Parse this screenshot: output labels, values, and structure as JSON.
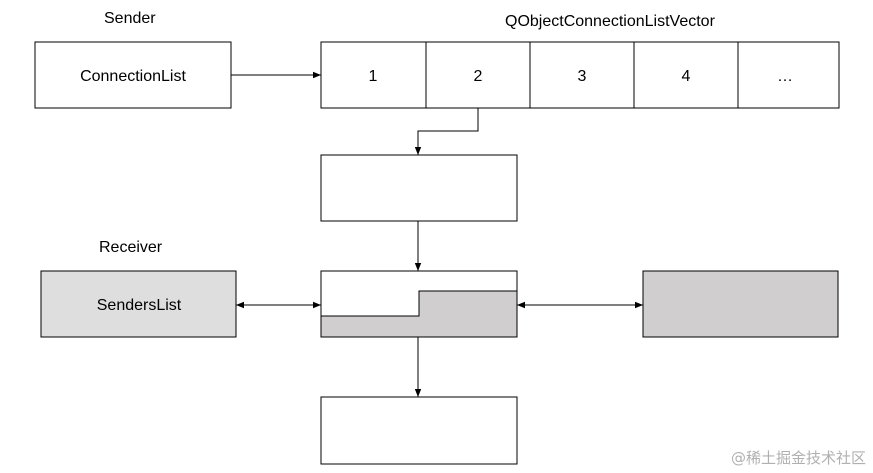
{
  "labels": {
    "sender": "Sender",
    "vector_title": "QObjectConnectionListVector",
    "receiver": "Receiver"
  },
  "boxes": {
    "connection_list": "ConnectionList",
    "senders_list": "SendersList"
  },
  "vector_cells": [
    "1",
    "2",
    "3",
    "4",
    "…"
  ],
  "watermark": "@稀土掘金技术社区",
  "colors": {
    "line": "#000000",
    "box_fill": "#ffffff",
    "senders_fill": "#dedede",
    "shaded_fill": "#d0cece",
    "watermark": "#b0b0b0"
  }
}
